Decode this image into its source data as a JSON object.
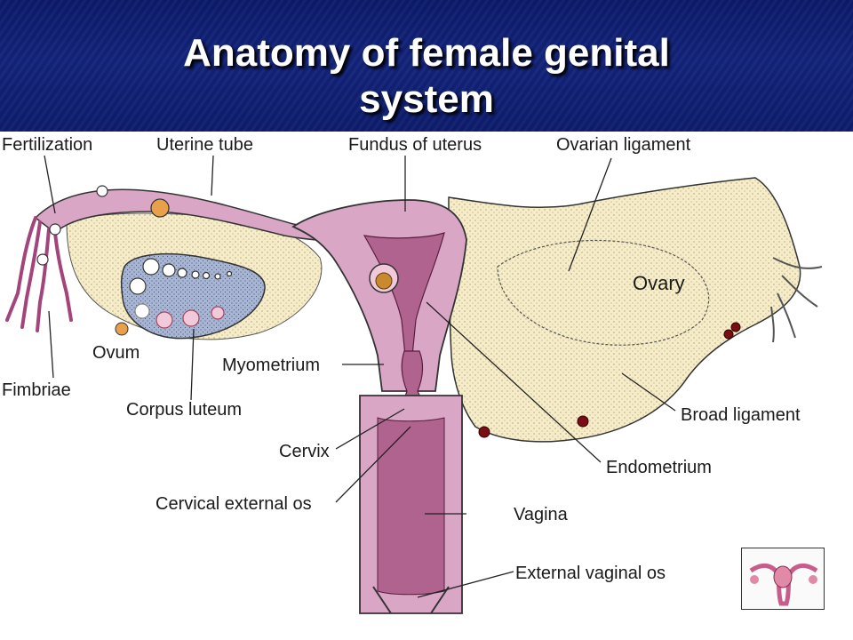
{
  "title": "Anatomy of female genital system",
  "title_lines": [
    "Anatomy of female genital",
    "system"
  ],
  "labels": {
    "fertilization": "Fertilization",
    "uterine_tube": "Uterine tube",
    "fundus": "Fundus of uterus",
    "ovarian_ligament": "Ovarian ligament",
    "ovary": "Ovary",
    "ovum": "Ovum",
    "fimbriae": "Fimbriae",
    "myometrium": "Myometrium",
    "corpus_luteum": "Corpus luteum",
    "cervix": "Cervix",
    "cervical_external_os": "Cervical external os",
    "vagina": "Vagina",
    "external_vaginal_os": "External vaginal os",
    "broad_ligament": "Broad ligament",
    "endometrium": "Endometrium"
  },
  "colors": {
    "header": "#13237a",
    "tissue_pink": "#d9a6c6",
    "tissue_dark": "#b0638f",
    "ligament_cream": "#f6ecc8",
    "ovary_blue": "#a8b6d4"
  }
}
